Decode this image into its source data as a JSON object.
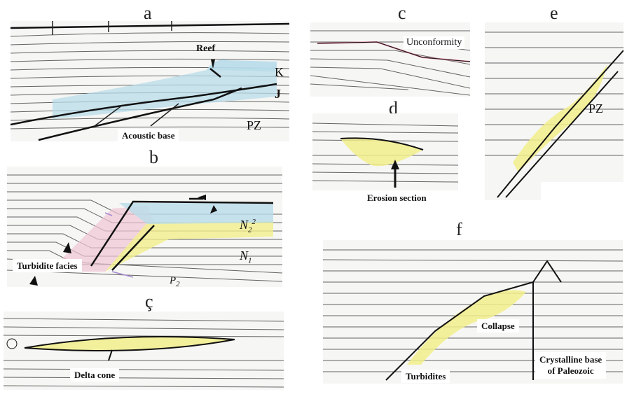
{
  "panels": {
    "a": {
      "letter": "a",
      "reef": "Reef",
      "k": "K",
      "j": "J",
      "acoustic": "Acoustic base",
      "pz": "PZ"
    },
    "b": {
      "letter": "b",
      "n2": "N",
      "n2_sub": "2",
      "n2_sup": "2",
      "n1": "N",
      "n1_sub": "1",
      "turbidite": "Turbidite facies",
      "p2": "P",
      "p2_sub": "2"
    },
    "c": {
      "letter": "c",
      "unconformity": "Unconformity"
    },
    "d": {
      "letter": "d",
      "erosion": "Erosion section"
    },
    "e": {
      "letter": "e",
      "pz": "PZ"
    },
    "c_cedilla": {
      "letter": "ç",
      "delta": "Delta cone"
    },
    "f": {
      "letter": "f",
      "collapse": "Collapse",
      "turbidites": "Turbidites",
      "crystalline_1": "Crystalline base",
      "crystalline_2": "of Paleozoic"
    }
  },
  "colors": {
    "yellow": "#f2ef8c",
    "blue": "#b8dcea",
    "pink": "#f1c6d4",
    "purple": "#a78bd0"
  }
}
